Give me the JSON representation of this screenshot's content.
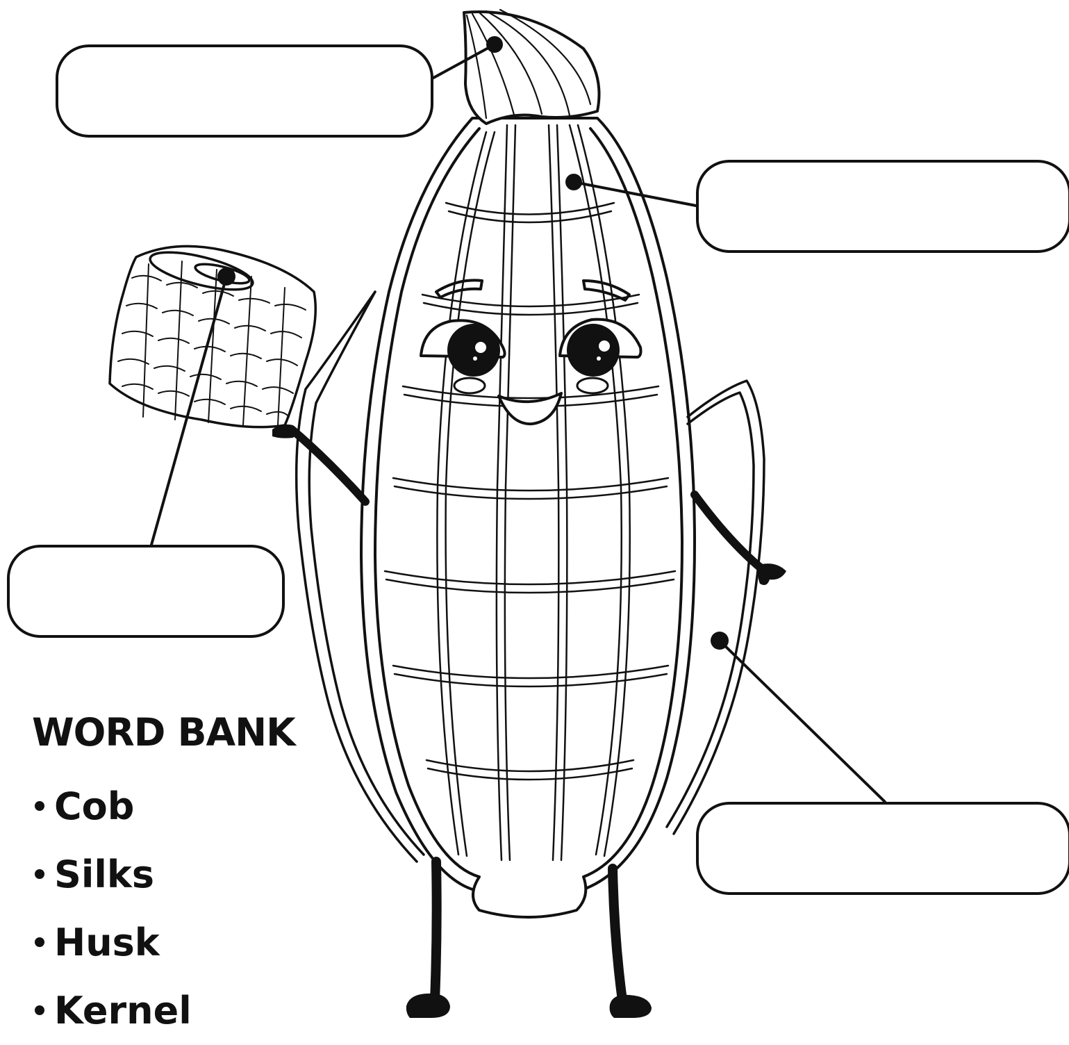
{
  "word_bank": {
    "title": "WORD BANK",
    "items": [
      "Cob",
      "Silks",
      "Husk",
      "Kernel"
    ]
  },
  "label_boxes": [
    {
      "id": "silk-label-box",
      "value": ""
    },
    {
      "id": "kernel-label-box",
      "value": ""
    },
    {
      "id": "cob-label-box",
      "value": ""
    },
    {
      "id": "husk-label-box",
      "value": ""
    }
  ],
  "colors": {
    "line": "#111111",
    "background": "#ffffff"
  }
}
